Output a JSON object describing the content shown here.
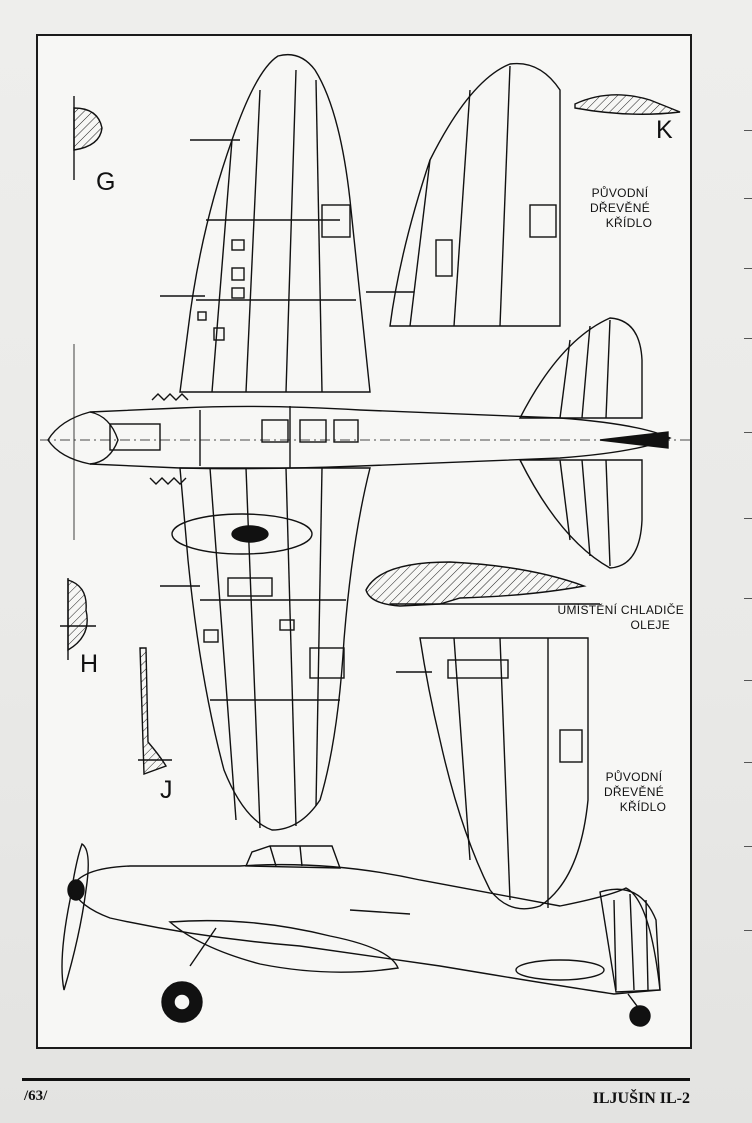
{
  "labels": {
    "detail_g": "G",
    "detail_h": "H",
    "detail_j": "J",
    "detail_k": "K"
  },
  "captions": {
    "wood_wing_top": [
      "PŮVODNÍ",
      "DŘEVĚNÉ",
      "KŘÍDLO"
    ],
    "oil_cooler": [
      "UMÍSTĚNÍ  CHLADIČE",
      "OLEJE"
    ],
    "wood_wing_bottom": [
      "PŮVODNÍ",
      "DŘEVĚNÉ",
      "KŘÍDLO"
    ]
  },
  "footer": {
    "page_number": "/63/",
    "title": "ILJUŠIN IL-2"
  },
  "colors": {
    "ink": "#111111",
    "paper": "#f7f7f5",
    "frame": "#1a1a1a"
  }
}
